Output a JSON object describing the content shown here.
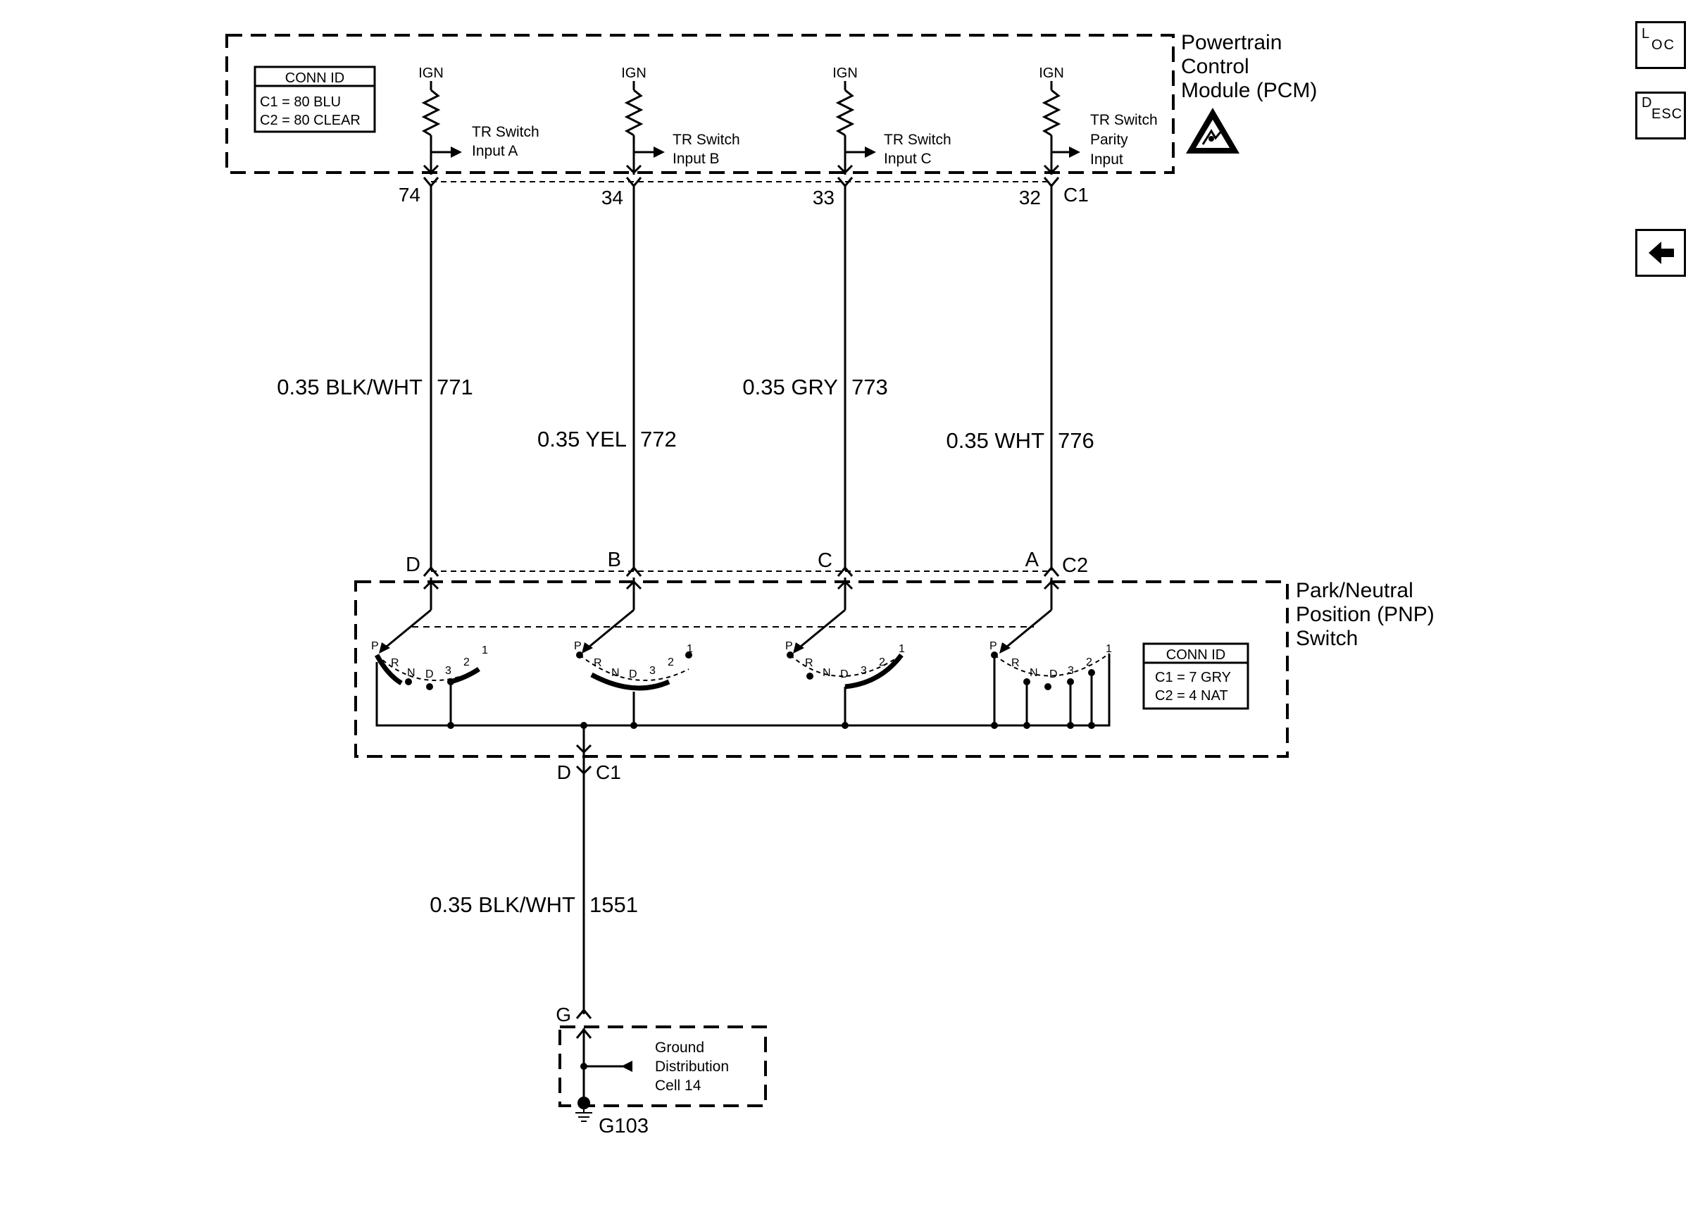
{
  "pcm": {
    "title_lines": [
      "Powertrain",
      "Control",
      "Module (PCM)"
    ],
    "conn_id": {
      "header": "CONN ID",
      "lines": [
        "C1 = 80 BLU",
        "C2 = 80 CLEAR"
      ]
    },
    "connector": "C1",
    "inputs": [
      {
        "ign": "IGN",
        "label_lines": [
          "TR Switch",
          "Input A"
        ],
        "pin": "74"
      },
      {
        "ign": "IGN",
        "label_lines": [
          "TR Switch",
          "Input B"
        ],
        "pin": "34"
      },
      {
        "ign": "IGN",
        "label_lines": [
          "TR Switch",
          "Input C"
        ],
        "pin": "33"
      },
      {
        "ign": "IGN",
        "label_lines": [
          "TR Switch",
          "Parity",
          "Input"
        ],
        "pin": "32"
      }
    ]
  },
  "wires": [
    {
      "gauge_color": "0.35 BLK/WHT",
      "circuit": "771"
    },
    {
      "gauge_color": "0.35 YEL",
      "circuit": "772"
    },
    {
      "gauge_color": "0.35 GRY",
      "circuit": "773"
    },
    {
      "gauge_color": "0.35 WHT",
      "circuit": "776"
    }
  ],
  "pnp": {
    "title_lines": [
      "Park/Neutral",
      "Position (PNP)",
      "Switch"
    ],
    "conn_id": {
      "header": "CONN ID",
      "lines": [
        "C1 = 7 GRY",
        "C2 = 4 NAT"
      ]
    },
    "connector": "C2",
    "pins": [
      "D",
      "B",
      "C",
      "A"
    ],
    "positions": [
      "P",
      "R",
      "N",
      "D",
      "3",
      "2",
      "1"
    ],
    "ground_pin": "D",
    "ground_connector": "C1"
  },
  "ground_wire": {
    "gauge_color": "0.35 BLK/WHT",
    "circuit": "1551"
  },
  "ground": {
    "pin": "G",
    "label_lines": [
      "Ground",
      "Distribution",
      "Cell 14"
    ],
    "id": "G103"
  },
  "nav": {
    "loc": {
      "big": "L",
      "sub": "OC"
    },
    "desc": {
      "big": "D",
      "sub": "ESC"
    },
    "back_icon": "arrow-left-icon"
  }
}
